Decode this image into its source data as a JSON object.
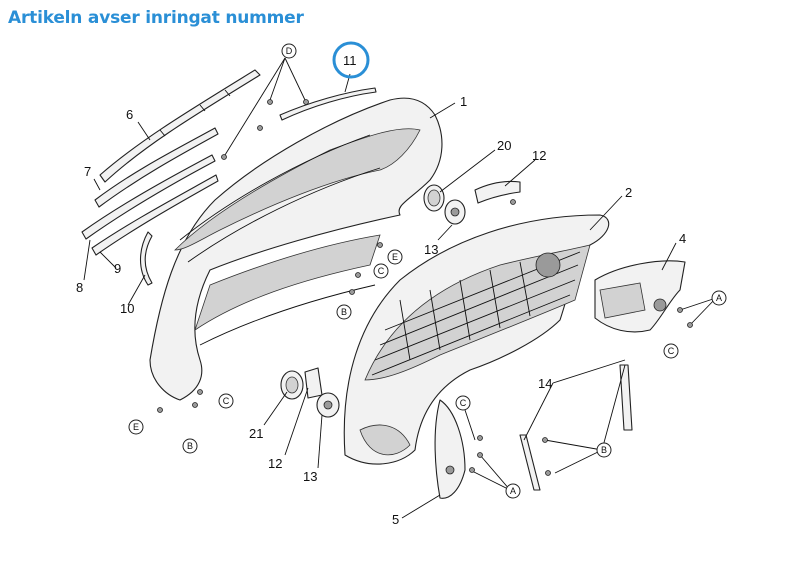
{
  "title": "Artikeln avser inringat nummer",
  "highlighted_callout": "11",
  "accent_color": "#2a8fd6",
  "callouts": {
    "n1": "1",
    "n2": "2",
    "n4": "4",
    "n5": "5",
    "n6": "6",
    "n7": "7",
    "n8": "8",
    "n9": "9",
    "n10": "10",
    "n11": "11",
    "n12a": "12",
    "n12b": "12",
    "n13a": "13",
    "n13b": "13",
    "n14": "14",
    "n20": "20",
    "n21": "21"
  },
  "letters": {
    "A": "A",
    "B": "B",
    "C": "C",
    "D": "D",
    "E": "E"
  }
}
